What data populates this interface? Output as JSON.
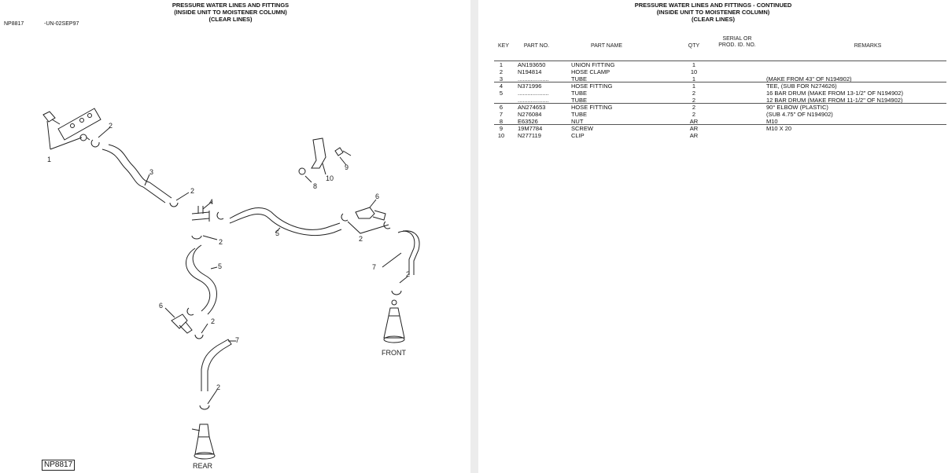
{
  "left": {
    "title_line1": "PRESSURE WATER LINES AND FITTINGS",
    "title_line2": "(INSIDE UNIT TO MOISTENER COLUMN)",
    "title_line3": "(CLEAR LINES)",
    "figure_id": "NP8817",
    "figure_date": "-UN-02SEP97",
    "boxed_label": "NP8817",
    "callouts": {
      "c1": "1",
      "c2a": "2",
      "c3": "3",
      "c2b": "2",
      "c4": "4",
      "c2c": "2",
      "c5a": "5",
      "c5b": "5",
      "c6a": "6",
      "c2d": "2",
      "c7a": "7",
      "c2e": "2",
      "c8": "8",
      "c9": "9",
      "c10": "10",
      "c6b": "6",
      "c2f": "2",
      "c7b": "7",
      "c2g": "2"
    },
    "label_front": "FRONT",
    "label_rear": "REAR"
  },
  "right": {
    "title_line1": "PRESSURE WATER LINES AND FITTINGS - CONTINUED",
    "title_line2": "(INSIDE UNIT TO MOISTENER COLUMN)",
    "title_line3": "(CLEAR LINES)",
    "headers": {
      "key": "KEY",
      "part_no": "PART NO.",
      "part_name": "PART NAME",
      "qty": "QTY",
      "serial_l1": "SERIAL OR",
      "serial_l2": "PROD. ID. NO.",
      "remarks": "REMARKS"
    },
    "rows": [
      {
        "key": "1",
        "part": "AN193650",
        "name": "UNION FITTING",
        "qty": "1",
        "remarks": ""
      },
      {
        "key": "2",
        "part": "N194814",
        "name": "HOSE CLAMP",
        "qty": "10",
        "remarks": ""
      },
      {
        "key": "3",
        "part": "...................",
        "name": "TUBE",
        "qty": "1",
        "remarks": "(MAKE FROM 43\" OF N194902)"
      },
      {
        "key": "4",
        "part": "N371996",
        "name": "HOSE FITTING",
        "qty": "1",
        "remarks": "TEE, (SUB FOR N274626)"
      },
      {
        "key": "5",
        "part": "...................",
        "name": "TUBE",
        "qty": "2",
        "remarks": "16 BAR DRUM (MAKE FROM 13-1/2\" OF N194902)"
      },
      {
        "key": "",
        "part": "...................",
        "name": "TUBE",
        "qty": "2",
        "remarks": "12 BAR DRUM (MAKE FROM 11-1/2\" OF N194902)"
      },
      {
        "key": "6",
        "part": "AN274653",
        "name": "HOSE FITTING",
        "qty": "2",
        "remarks": "90° ELBOW (PLASTIC)"
      },
      {
        "key": "7",
        "part": "N276084",
        "name": "TUBE",
        "qty": "2",
        "remarks": "(SUB 4.75\" OF N194902)"
      },
      {
        "key": "8",
        "part": "E63526",
        "name": "NUT",
        "qty": "AR",
        "remarks": "M10"
      },
      {
        "key": "9",
        "part": "19M7784",
        "name": "SCREW",
        "qty": "AR",
        "remarks": "M10 X 20"
      },
      {
        "key": "10",
        "part": "N277119",
        "name": "CLIP",
        "qty": "AR",
        "remarks": ""
      }
    ]
  }
}
